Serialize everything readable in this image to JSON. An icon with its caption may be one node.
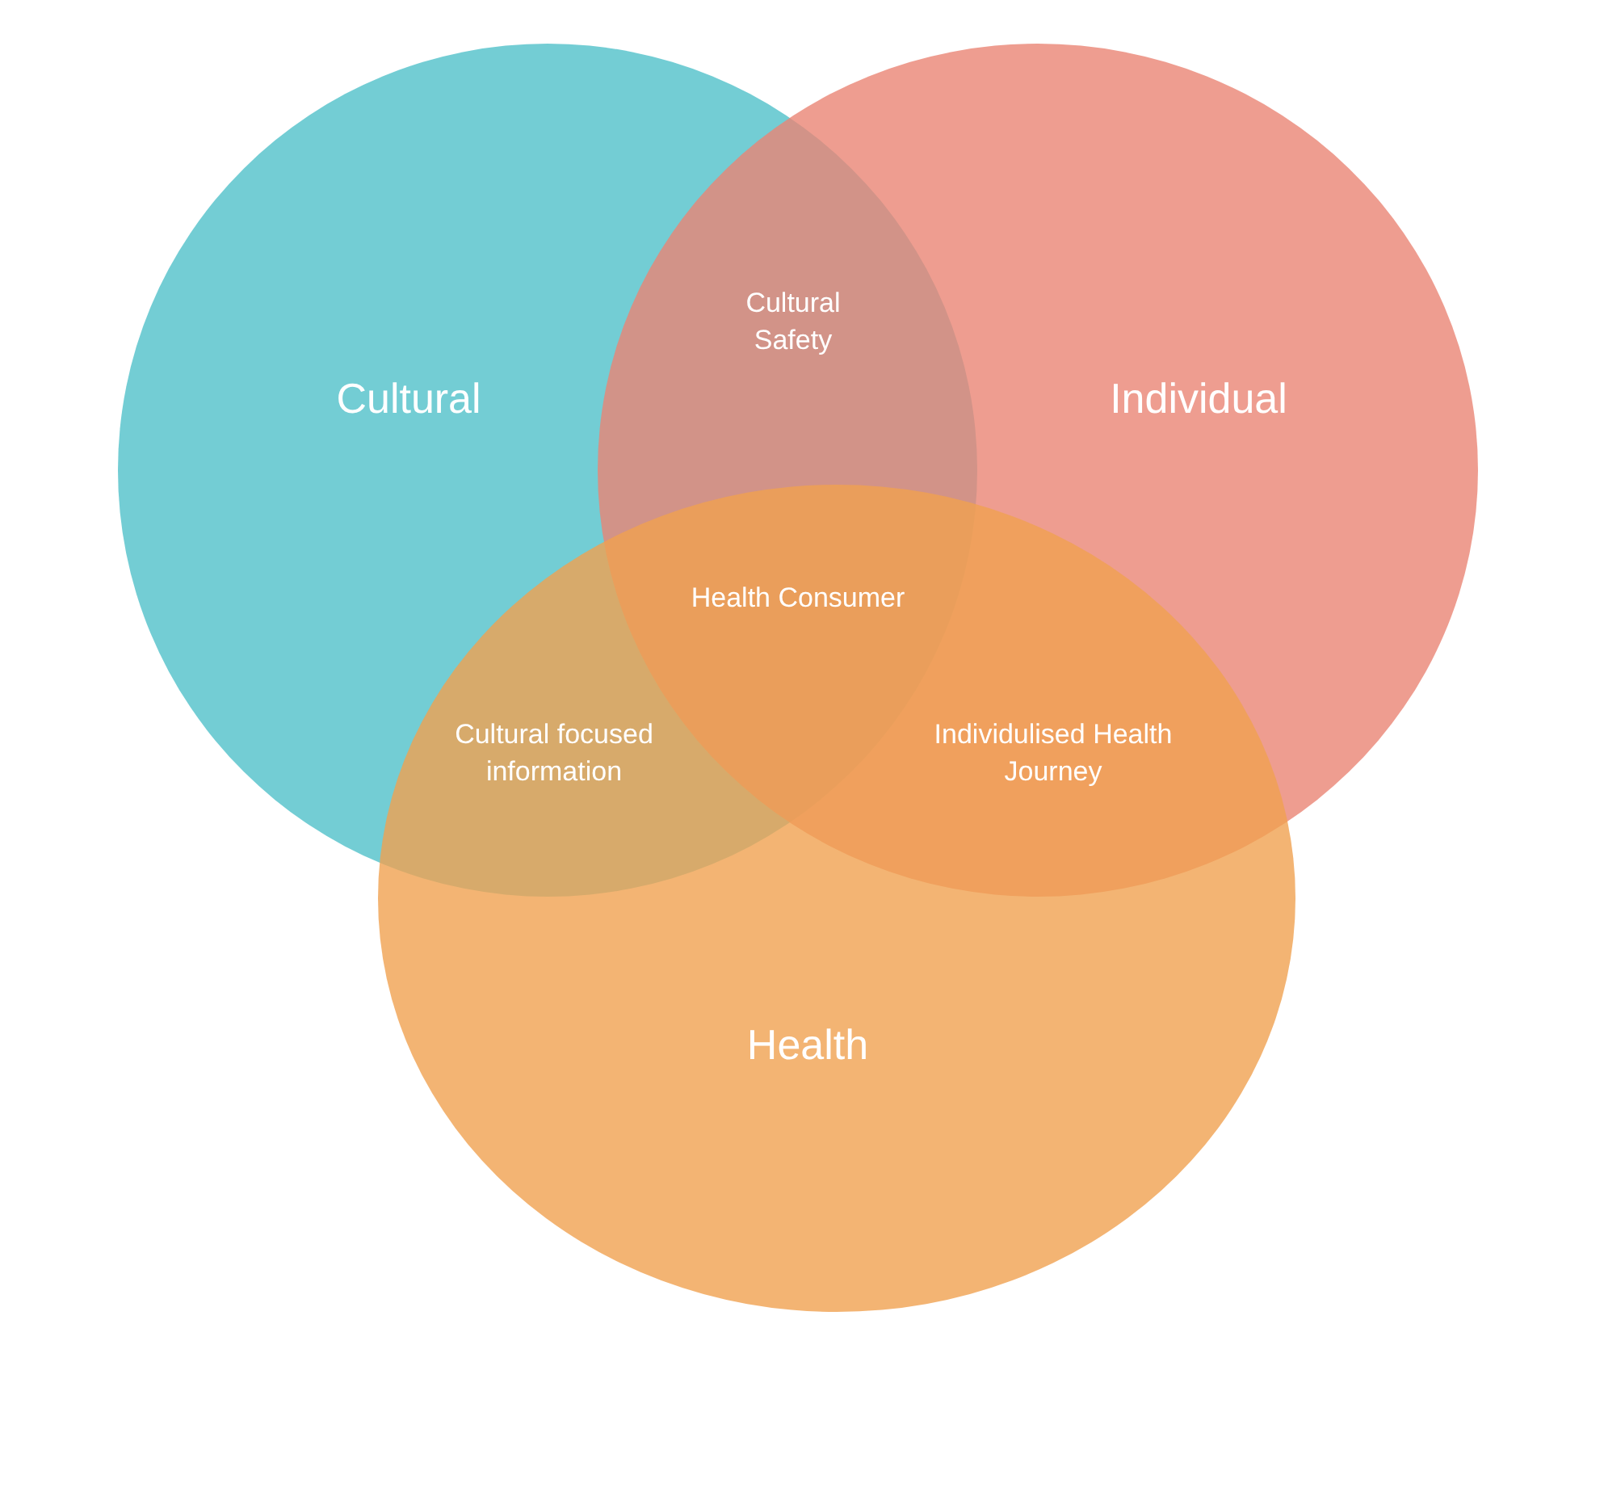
{
  "diagram": {
    "nodes": [
      {
        "text": [
          "Cultural"
        ]
      },
      {
        "text": [
          "Individual"
        ]
      },
      {
        "text": [
          "Health"
        ]
      }
    ],
    "edges": [],
    "labels": [
      "Cultural Safety",
      "Health Consumer",
      "Cultural focused information",
      "Individulised Health Journey"
    ]
  }
}
